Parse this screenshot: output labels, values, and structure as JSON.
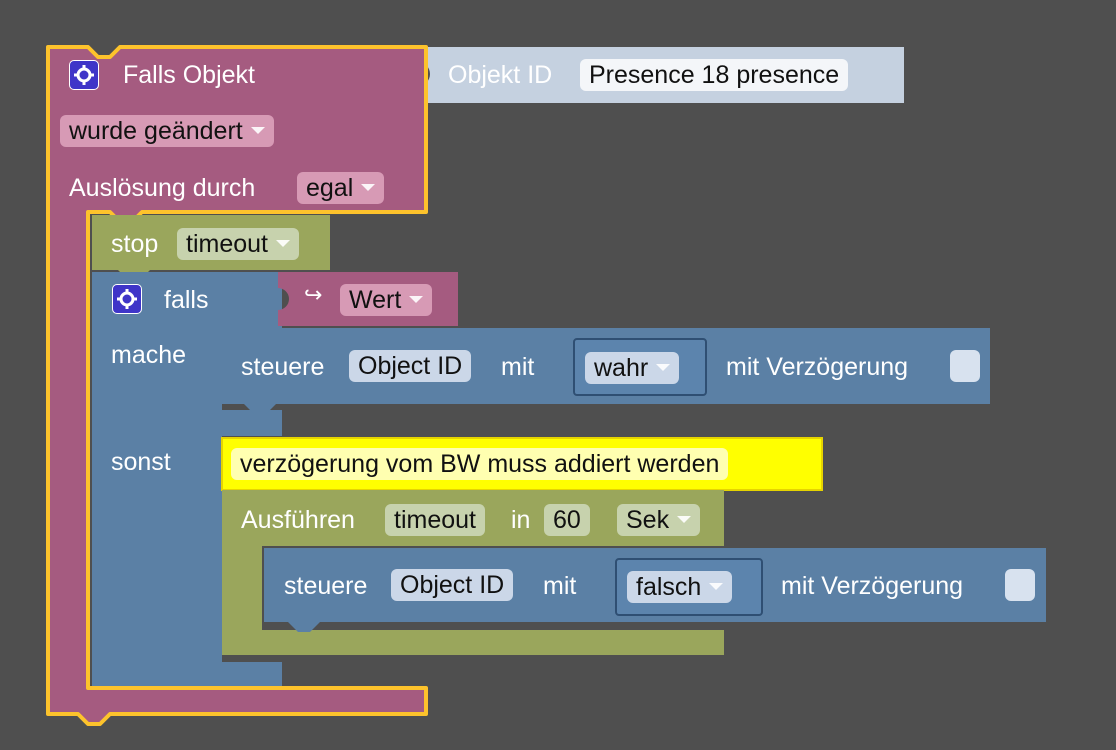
{
  "event_block": {
    "title": "Falls Objekt",
    "trigger": "wurde geändert",
    "ausloesung_label": "Auslösung durch",
    "ausloesung_value": "egal",
    "object_id_label": "Objekt ID",
    "object_id_value": "Presence 18 presence",
    "color": "#a55b80",
    "highlight": "#fdc32c"
  },
  "stop_block": {
    "label": "stop",
    "value": "timeout",
    "color": "#9aa65c"
  },
  "if_block": {
    "falls_label": "falls",
    "condition_value": "Wert",
    "mache_label": "mache",
    "sonst_label": "sonst",
    "color": "#5b80a5"
  },
  "control_true": {
    "label": "steuere",
    "target": "Object ID",
    "with_label": "mit",
    "value": "wahr",
    "delay_label": "mit Verzögerung"
  },
  "comment": {
    "text": "verzögerung vom BW muss addiert werden",
    "color": "#ffff00"
  },
  "timeout_block": {
    "label": "Ausführen",
    "name": "timeout",
    "in_label": "in",
    "value": "60",
    "unit": "Sek"
  },
  "control_false": {
    "label": "steuere",
    "target": "Object ID",
    "with_label": "mit",
    "value": "falsch",
    "delay_label": "mit Verzögerung"
  }
}
